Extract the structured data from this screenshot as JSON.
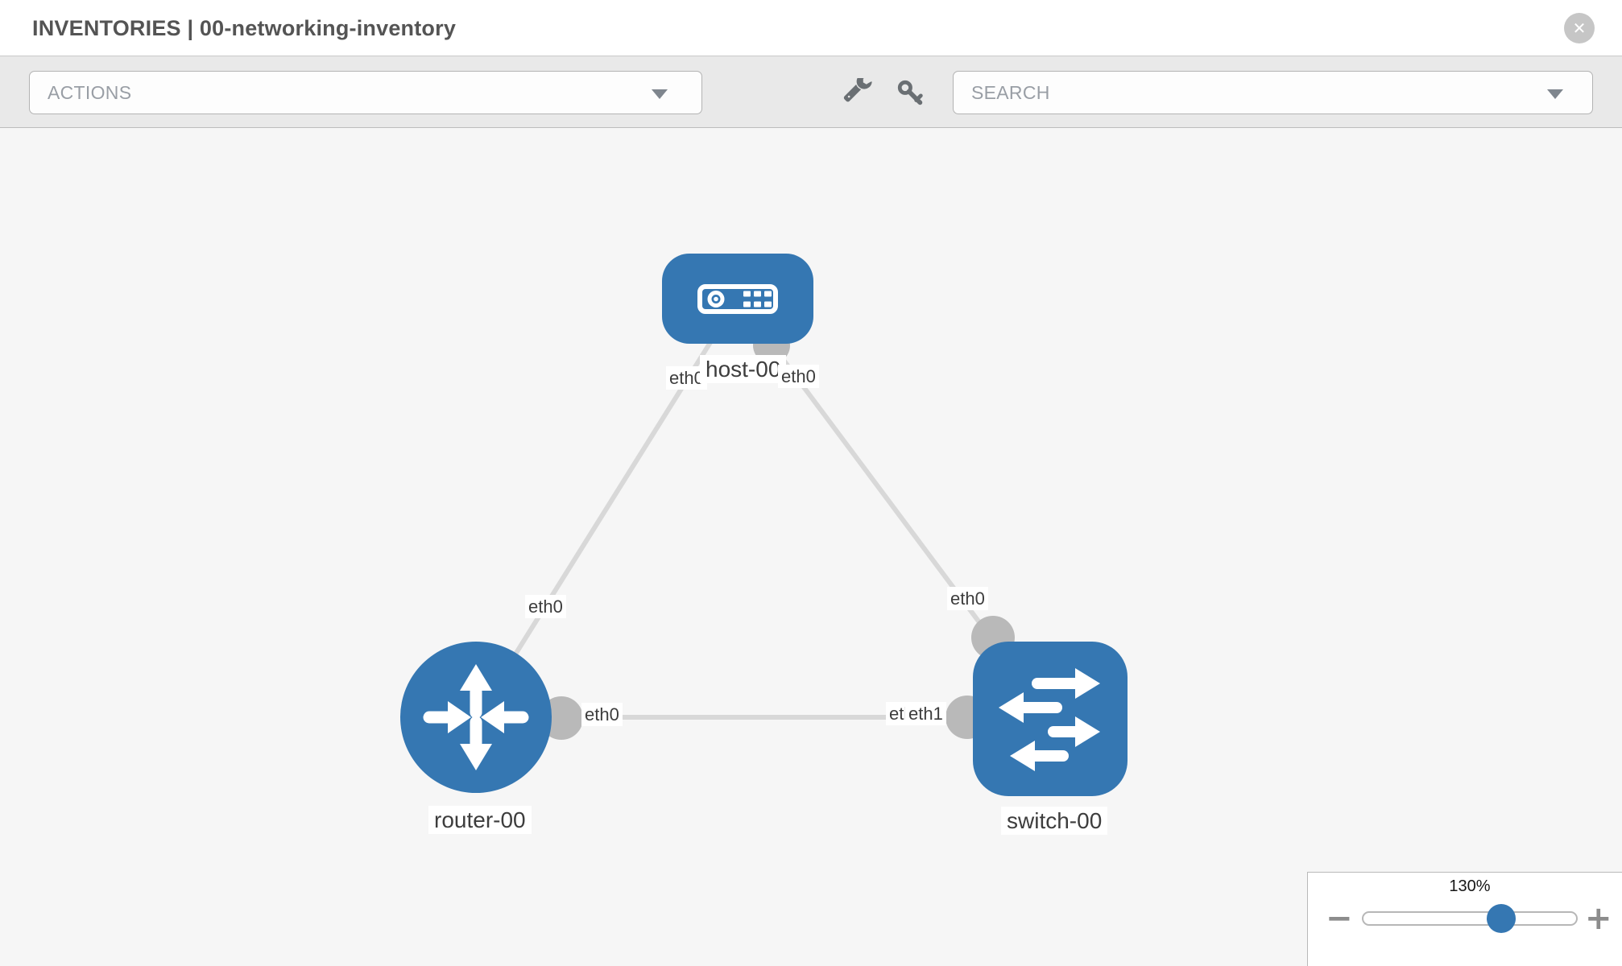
{
  "header": {
    "title": "INVENTORIES | 00-networking-inventory",
    "close_icon": "✕"
  },
  "toolbar": {
    "actions_dropdown": {
      "label": "ACTIONS"
    },
    "search_dropdown": {
      "placeholder": "SEARCH"
    },
    "icons": {
      "wrench": "wrench-icon",
      "key": "key-icon",
      "caret": "▼"
    }
  },
  "topology": {
    "nodes": [
      {
        "label": "host-00",
        "type": "host"
      },
      {
        "label": "router-00",
        "type": "router"
      },
      {
        "label": "switch-00",
        "type": "switch"
      }
    ],
    "links": [
      {
        "source": "host-00",
        "target": "router-00",
        "source_interface": "eth0",
        "target_interface": "eth0"
      },
      {
        "source": "host-00",
        "target": "switch-00",
        "source_interface": "eth0",
        "target_interface": "eth0"
      },
      {
        "source": "router-00",
        "target": "switch-00",
        "source_interface": "eth0",
        "target_interface": "eth1",
        "overlapped_interface_label": "eth0"
      }
    ]
  },
  "zoom_control": {
    "level": "130%",
    "zoom_out": "−",
    "zoom_in": "+"
  },
  "colors": {
    "node_blue": "#3577b2",
    "edge_gray": "#d8d8d8",
    "connector_gray": "#b9b9b9",
    "canvas_bg": "#f6f6f6",
    "toolbar_bg": "#e9e9e9"
  }
}
